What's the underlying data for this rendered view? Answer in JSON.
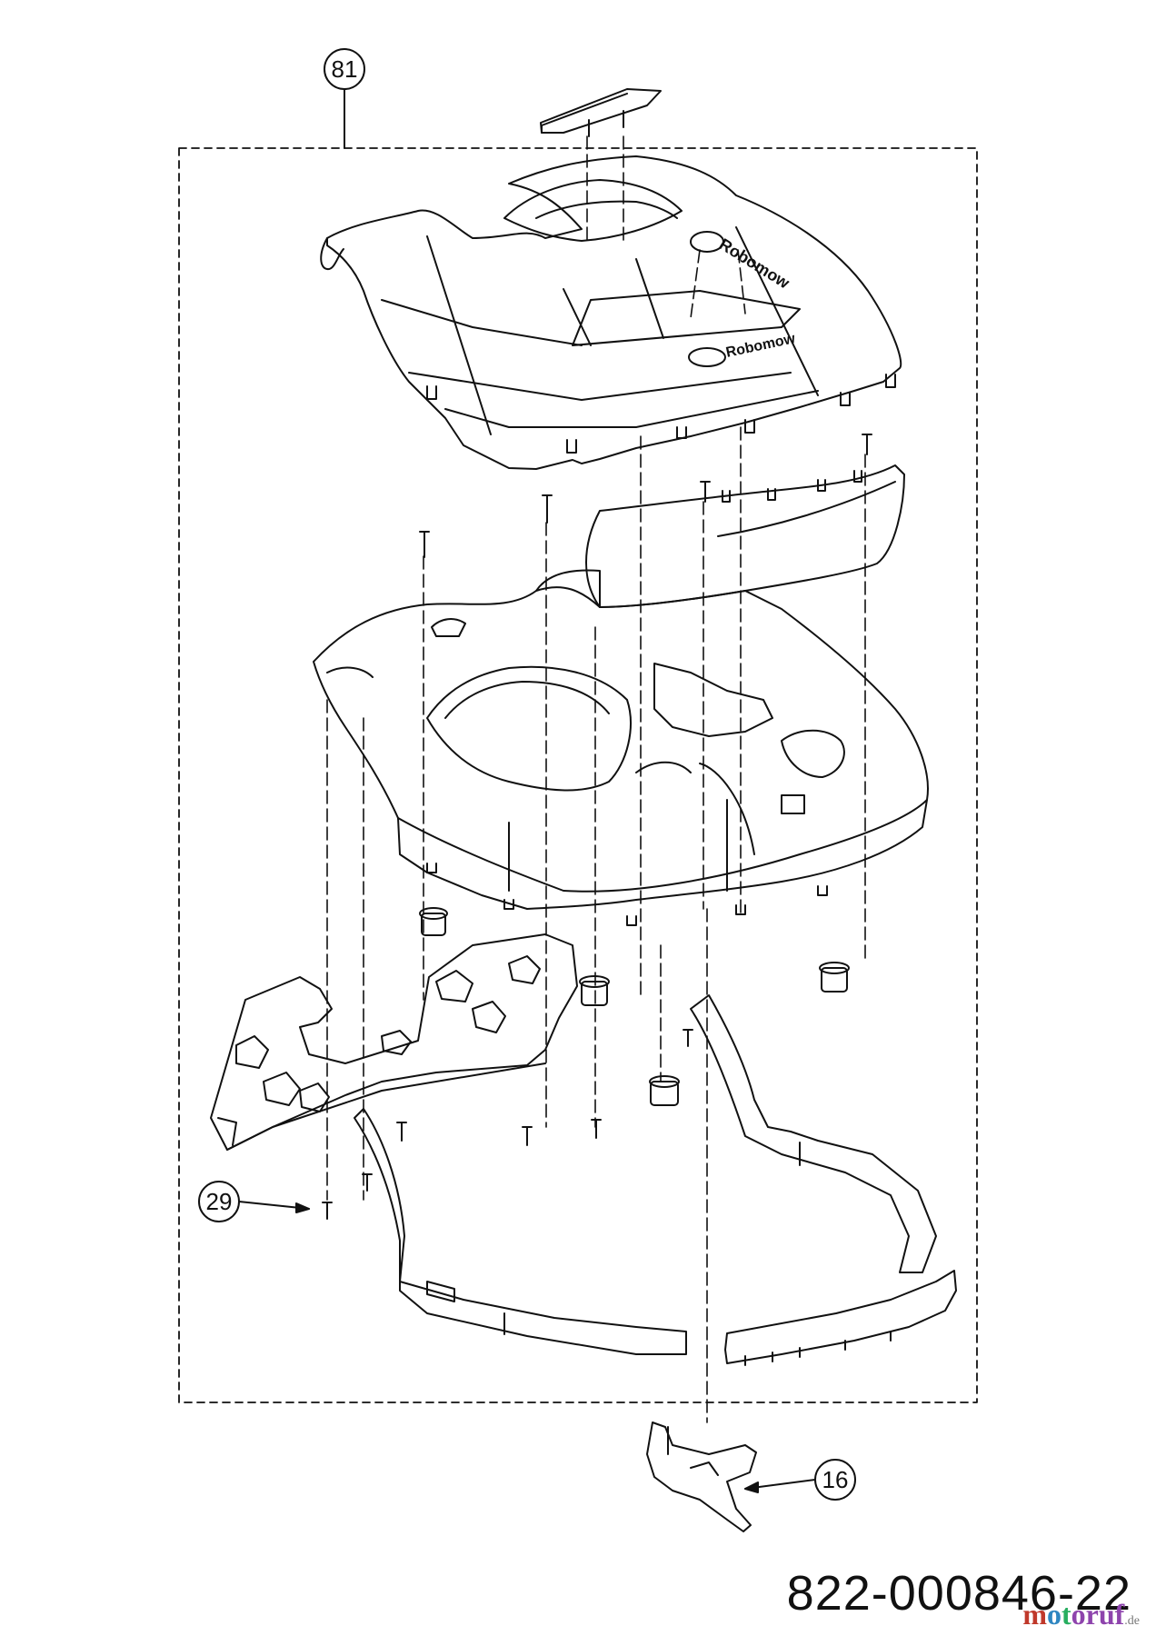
{
  "diagram": {
    "callouts": [
      {
        "id": "81",
        "label": "81"
      },
      {
        "id": "29",
        "label": "29"
      },
      {
        "id": "16",
        "label": "16"
      }
    ],
    "logo_text": {
      "top": "Robomow",
      "middle": "Robomow"
    },
    "part_number": "822-000846-22",
    "watermark": {
      "p1": "m",
      "p2": "o",
      "p3": "t",
      "p4": "oruf",
      "domain": ".de"
    }
  }
}
